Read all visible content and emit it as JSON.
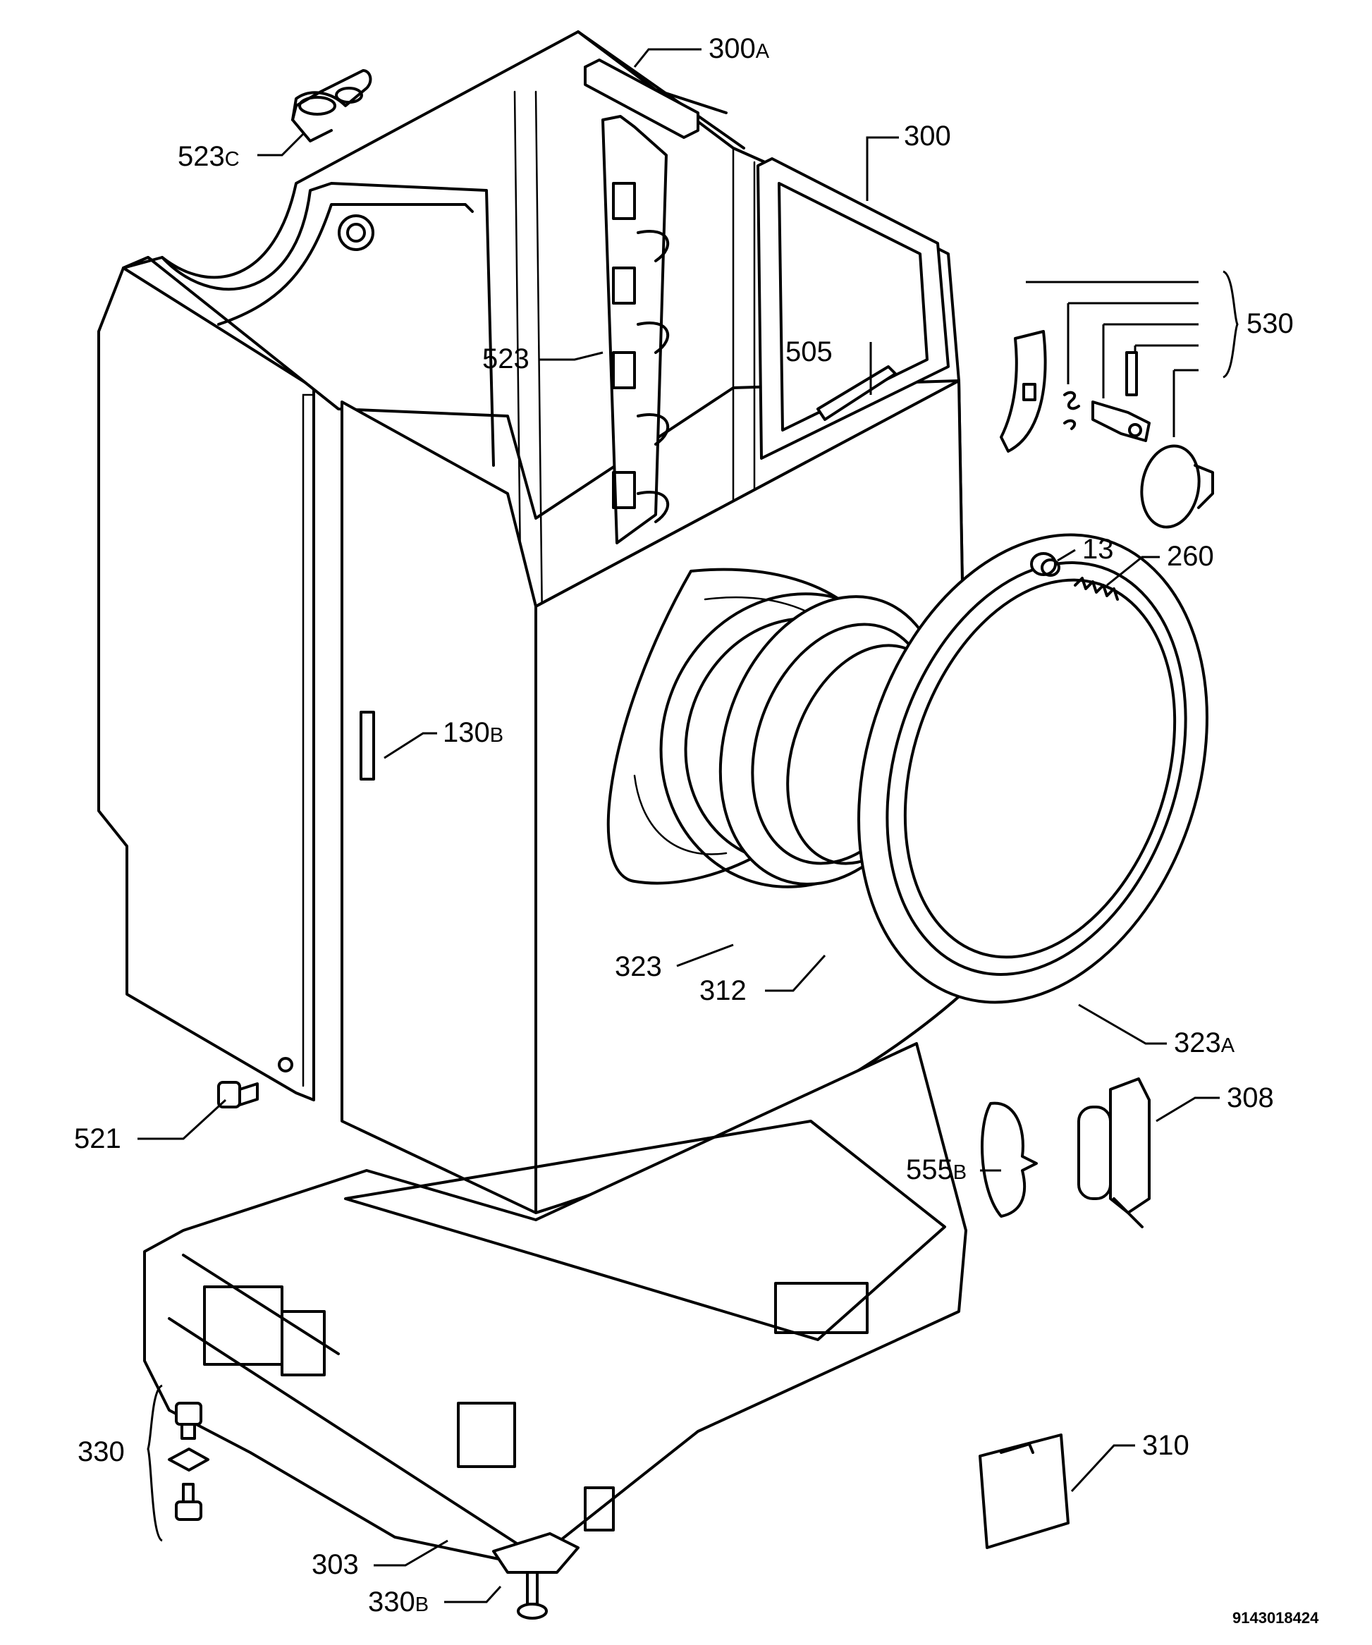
{
  "labels": {
    "l300a": {
      "num": "300",
      "suffix": "A"
    },
    "l523c": {
      "num": "523",
      "suffix": "C"
    },
    "l300": {
      "num": "300"
    },
    "l530": {
      "num": "530"
    },
    "l523": {
      "num": "523"
    },
    "l505": {
      "num": "505"
    },
    "l13": {
      "num": "13"
    },
    "l260": {
      "num": "260"
    },
    "l130b": {
      "num": "130",
      "suffix": "B"
    },
    "l323": {
      "num": "323"
    },
    "l312": {
      "num": "312"
    },
    "l323a": {
      "num": "323",
      "suffix": "A"
    },
    "l308": {
      "num": "308"
    },
    "l521": {
      "num": "521"
    },
    "l555b": {
      "num": "555",
      "suffix": "B"
    },
    "l330": {
      "num": "330"
    },
    "l303": {
      "num": "303"
    },
    "l330b": {
      "num": "330",
      "suffix": "B"
    },
    "l310": {
      "num": "310"
    }
  },
  "document_code": "9143018424"
}
